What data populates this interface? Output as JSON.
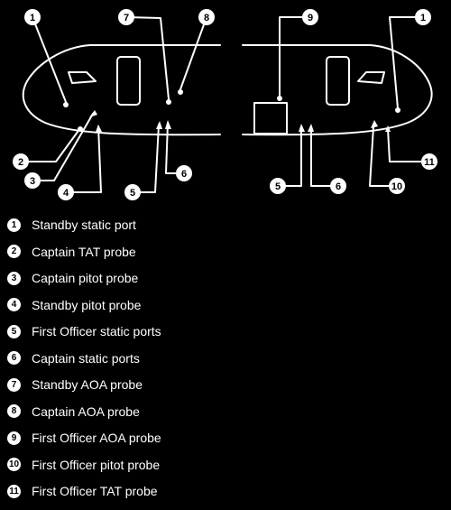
{
  "callouts": {
    "c1_left": "1",
    "c7": "7",
    "c8": "8",
    "c2": "2",
    "c3": "3",
    "c4": "4",
    "c5_left": "5",
    "c6_left": "6",
    "c9": "9",
    "c1_right": "1",
    "c11": "11",
    "c5_right": "5",
    "c6_right": "6",
    "c10": "10"
  },
  "legend": [
    {
      "num": "1",
      "label": "Standby static port"
    },
    {
      "num": "2",
      "label": "Captain TAT probe"
    },
    {
      "num": "3",
      "label": "Captain pitot probe"
    },
    {
      "num": "4",
      "label": "Standby pitot probe"
    },
    {
      "num": "5",
      "label": "First Officer static ports"
    },
    {
      "num": "6",
      "label": "Captain static ports"
    },
    {
      "num": "7",
      "label": "Standby AOA probe"
    },
    {
      "num": "8",
      "label": "Captain AOA probe"
    },
    {
      "num": "9",
      "label": "First Officer AOA probe"
    },
    {
      "num": "10",
      "label": "First Officer pitot probe"
    },
    {
      "num": "11",
      "label": "First Officer TAT probe"
    }
  ],
  "colors": {
    "background": "#000000",
    "line": "#ffffff"
  }
}
